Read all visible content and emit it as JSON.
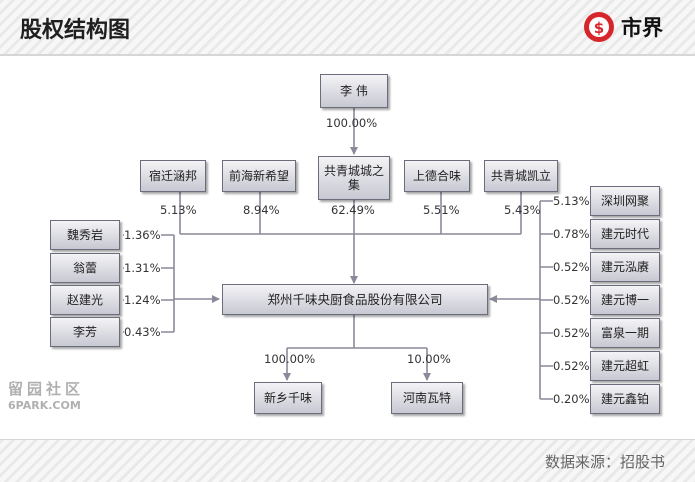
{
  "header": {
    "title": "股权结构图",
    "logo_text": "市界"
  },
  "footer": {
    "source": "数据来源：招股书"
  },
  "watermark": {
    "cn": "留园社区",
    "en": "6PARK.COM"
  },
  "colors": {
    "box_top": "#f4f4f6",
    "box_bottom": "#c7c8d2",
    "box_border": "#6b6d7c",
    "line": "#8a8a9a",
    "logo_red": "#d7262b"
  },
  "diagram": {
    "top_holder": {
      "name": "李 伟",
      "pct": "100.00%"
    },
    "upper_holders": [
      {
        "name": "宿迁涵邦",
        "pct": "5.13%"
      },
      {
        "name": "前海新希望",
        "pct": "8.94%"
      },
      {
        "name": "共青城城之集",
        "pct": "62.49%"
      },
      {
        "name": "上德合味",
        "pct": "5.51%"
      },
      {
        "name": "共青城凯立",
        "pct": "5.43%"
      }
    ],
    "left_holders": [
      {
        "name": "魏秀岩",
        "pct": "1.36%"
      },
      {
        "name": "翁蕾",
        "pct": "1.31%"
      },
      {
        "name": "赵建光",
        "pct": "1.24%"
      },
      {
        "name": "李芳",
        "pct": "0.43%"
      }
    ],
    "right_holders": [
      {
        "name": "深圳网聚",
        "pct": "5.13%"
      },
      {
        "name": "建元时代",
        "pct": "0.78%"
      },
      {
        "name": "建元泓赓",
        "pct": "0.52%"
      },
      {
        "name": "建元博一",
        "pct": "0.52%"
      },
      {
        "name": "富泉一期",
        "pct": "0.52%"
      },
      {
        "name": "建元超虹",
        "pct": "0.52%"
      },
      {
        "name": "建元鑫铂",
        "pct": "0.20%"
      }
    ],
    "company": {
      "name": "郑州千味央厨食品股份有限公司"
    },
    "subsidiaries": [
      {
        "name": "新乡千味",
        "pct": "100.00%"
      },
      {
        "name": "河南瓦特",
        "pct": "10.00%"
      }
    ]
  }
}
